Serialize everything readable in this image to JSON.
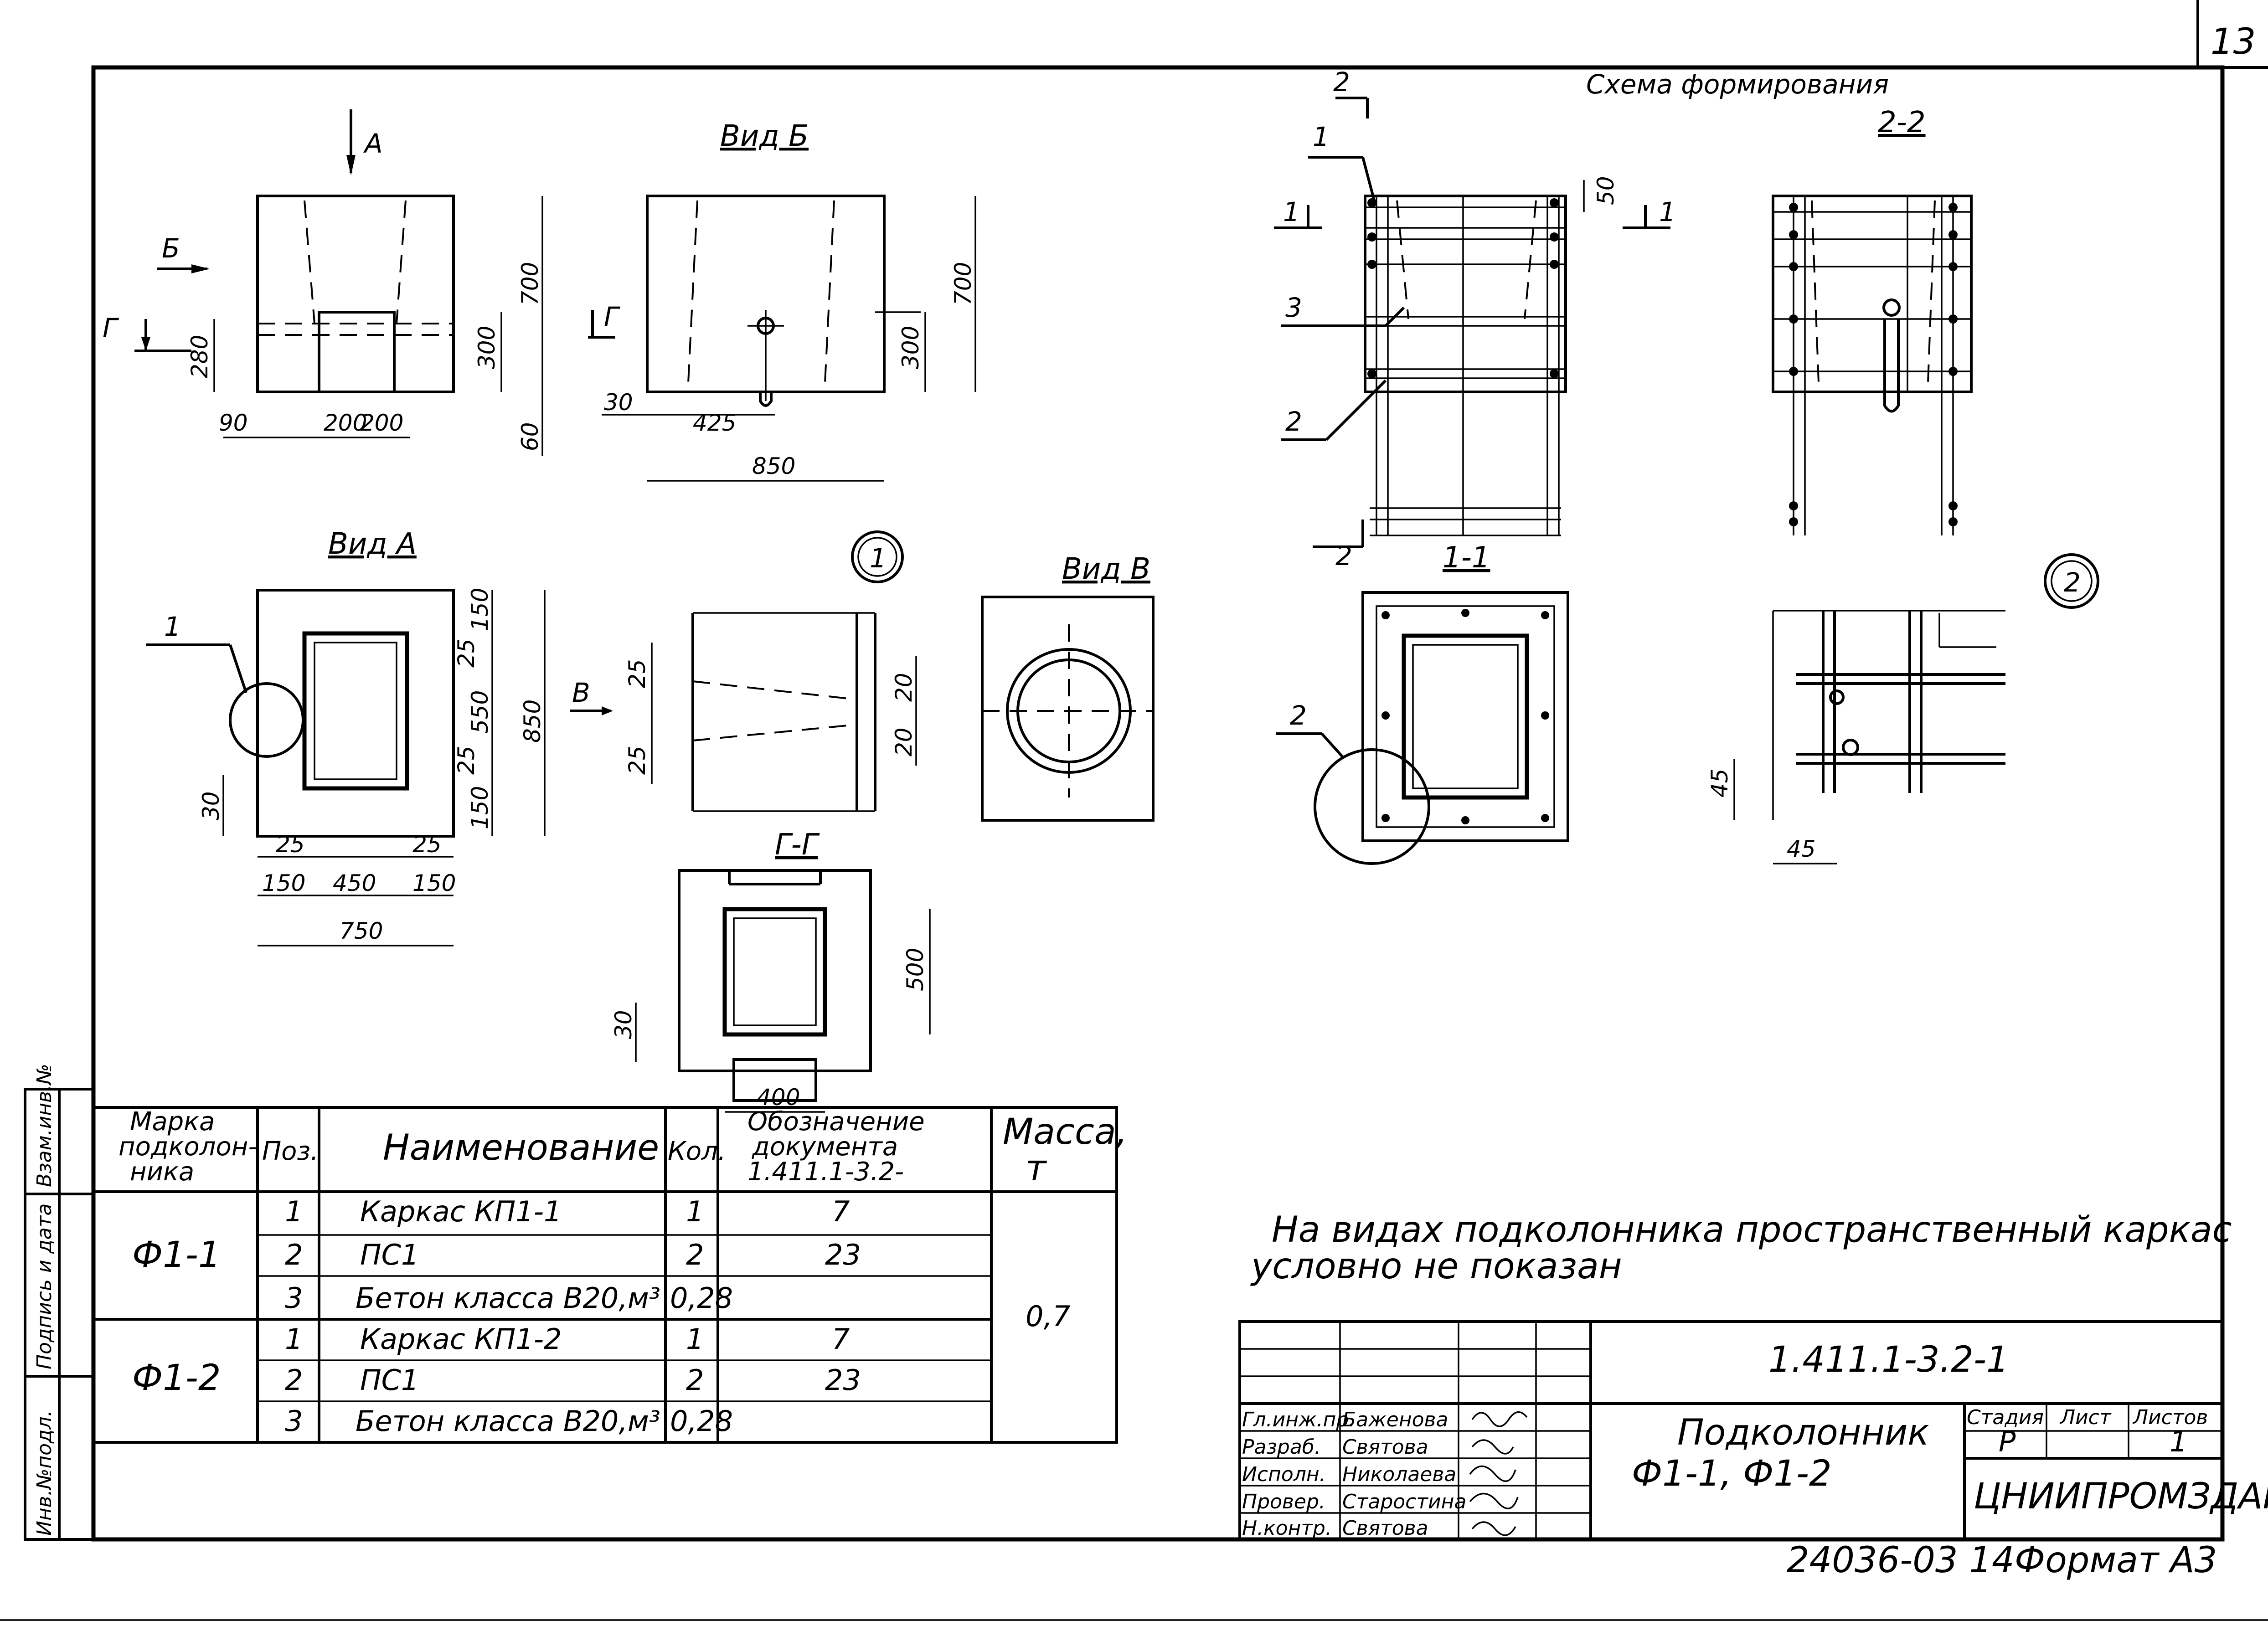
{
  "sheet": {
    "page_number": "13",
    "format": "Формат А3",
    "archive_number": "24036-03 14"
  },
  "drawing": {
    "scheme_title": "Схема формирования",
    "view_labels": {
      "vid_b": "Вид Б",
      "vid_a": "Вид А",
      "vid_v": "Вид В",
      "section_gg": "Г-Г",
      "section_11": "1-1",
      "section_22": "2-2"
    },
    "markers": {
      "arrow_a": "А",
      "arrow_b": "Б",
      "arrow_v": "В",
      "arrow_g": "Г",
      "cut_1": "1",
      "cut_2": "2",
      "callout_1": "1",
      "callout_2": "2",
      "callout_3": "3",
      "node_1": "1",
      "node_2": "2"
    },
    "dims_front": [
      "280",
      "700",
      "300",
      "90",
      "200",
      "200",
      "60"
    ],
    "dims_vid_b": [
      "700",
      "300",
      "30",
      "425",
      "850"
    ],
    "dims_vid_a": [
      "150",
      "25",
      "550",
      "850",
      "25",
      "150",
      "30",
      "25",
      "25",
      "150",
      "450",
      "150",
      "750"
    ],
    "dims_node1": [
      "25",
      "25",
      "20",
      "20"
    ],
    "dims_section_gg": [
      "500",
      "30",
      "400"
    ],
    "dims_scheme": [
      "50"
    ],
    "dims_node2": [
      "45",
      "45"
    ],
    "note": [
      "На видах подколонника пространственный каркас",
      "условно не показан"
    ]
  },
  "spec_table": {
    "headers": {
      "mark": [
        "Марка",
        "подколон-",
        "ника"
      ],
      "pos": "Поз.",
      "name": "Наименование",
      "qty": "Кол.",
      "doc": [
        "Обозначение",
        "документа",
        "1.411.1-3.2-"
      ],
      "mass": [
        "Масса,",
        "т"
      ]
    },
    "groups": [
      {
        "mark": "Ф1-1",
        "rows": [
          {
            "pos": "1",
            "name": "Каркас КП1-1",
            "qty": "1",
            "doc": "7"
          },
          {
            "pos": "2",
            "name": "ПС1",
            "qty": "2",
            "doc": "23"
          },
          {
            "pos": "3",
            "name": "Бетон класса В20,м³",
            "qty": "0,28",
            "doc": ""
          }
        ]
      },
      {
        "mark": "Ф1-2",
        "rows": [
          {
            "pos": "1",
            "name": "Каркас КП1-2",
            "qty": "1",
            "doc": "7"
          },
          {
            "pos": "2",
            "name": "ПС1",
            "qty": "2",
            "doc": "23"
          },
          {
            "pos": "3",
            "name": "Бетон класса В20,м³",
            "qty": "0,28",
            "doc": ""
          }
        ]
      }
    ],
    "mass": "0,7"
  },
  "side_stamp": [
    "Инв.№подл.",
    "Подпись и дата",
    "Взам.инв.№"
  ],
  "title_block": {
    "code": "1.411.1-3.2-1",
    "title": [
      "Подколонник",
      "Ф1-1, Ф1-2"
    ],
    "stage_header": "Стадия",
    "sheet_header": "Лист",
    "sheets_header": "Листов",
    "stage": "Р",
    "sheet": "",
    "sheets": "1",
    "organization": "ЦНИИПРОМЗДАНИЙ",
    "roles": [
      {
        "role": "Гл.инж.пр.",
        "name": "Баженова"
      },
      {
        "role": "Разраб.",
        "name": "Святова"
      },
      {
        "role": "Исполн.",
        "name": "Николаева"
      },
      {
        "role": "Провер.",
        "name": "Старостина"
      },
      {
        "role": "Н.контр.",
        "name": "Святова"
      }
    ]
  }
}
